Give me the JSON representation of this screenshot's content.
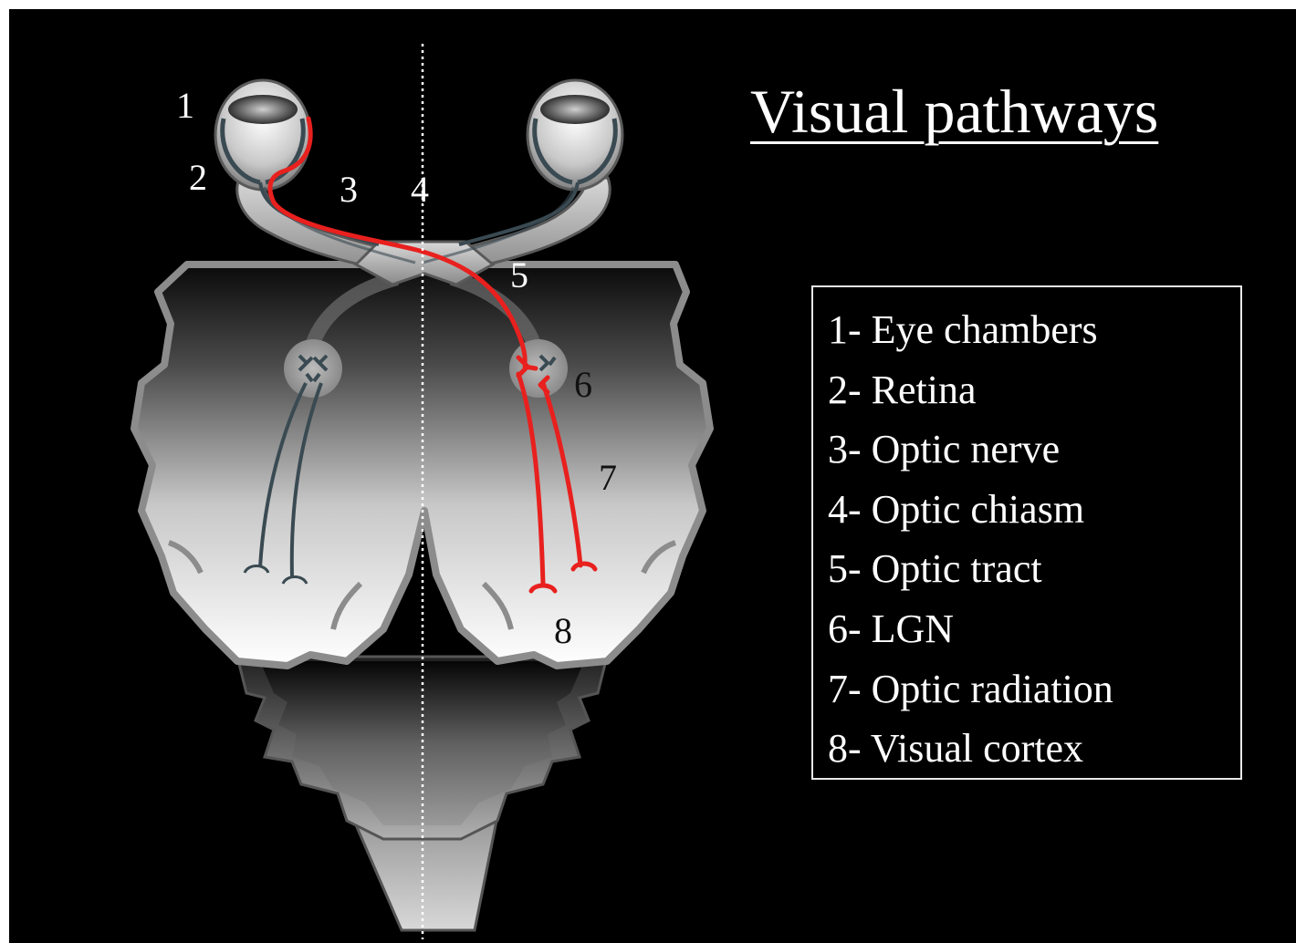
{
  "title": "Visual pathways",
  "labels": {
    "eye_chambers": "1",
    "retina": "2",
    "optic_nerve": "3",
    "optic_chiasm": "4",
    "optic_tract": "5",
    "lgn": "6",
    "optic_radiation": "7",
    "visual_cortex": "8"
  },
  "legend": [
    "1- Eye chambers",
    "2- Retina",
    "3- Optic nerve",
    "4- Optic chiasm",
    "5- Optic tract",
    "6- LGN",
    "7- Optic radiation",
    "8- Visual cortex"
  ],
  "colors": {
    "background": "#000000",
    "pathway_highlight": "#e8201e",
    "fiber": "#3a4a52",
    "text": "#ffffff"
  }
}
